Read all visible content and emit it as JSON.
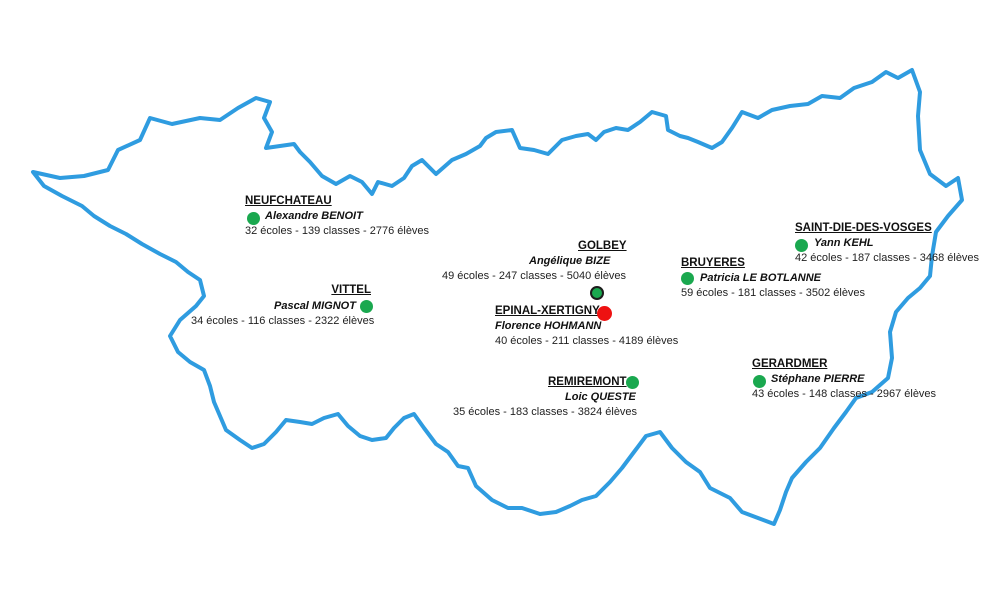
{
  "map": {
    "colors": {
      "outline": "#2f9ce0",
      "school_dot": "#1aa84f",
      "hq_dot": "#ee1111"
    },
    "circonscriptions": [
      {
        "id": "neufchateau",
        "name": "NEUFCHATEAU",
        "inspector": "Alexandre BENOIT",
        "stats": "32 écoles  - 139 classes  - 2776 élèves",
        "marker": "green"
      },
      {
        "id": "vittel",
        "name": "VITTEL",
        "inspector": "Pascal MIGNOT",
        "stats": "34 écoles  - 116 classes  - 2322 élèves",
        "marker": "green"
      },
      {
        "id": "golbey",
        "name": "GOLBEY",
        "inspector": "Angélique BIZE",
        "stats": "49 écoles  - 247 classes  - 5040 élèves",
        "marker": "green-ring"
      },
      {
        "id": "epinal",
        "name": "EPINAL-XERTIGNY",
        "inspector": "Florence HOHMANN",
        "stats": "40 écoles  - 211 classes  - 4189 élèves",
        "marker": "red"
      },
      {
        "id": "remiremont",
        "name": "REMIREMONT",
        "inspector": "Loic QUESTE",
        "stats": "35 écoles  - 183 classes  - 3824 élèves",
        "marker": "green"
      },
      {
        "id": "bruyeres",
        "name": "BRUYERES",
        "inspector": "Patricia LE BOTLANNE",
        "stats": "59 écoles  - 181 classes  - 3502 élèves",
        "marker": "green"
      },
      {
        "id": "saint-die",
        "name": "SAINT-DIE-DES-VOSGES",
        "inspector": "Yann KEHL",
        "stats": "42 écoles  - 187 classes  - 3468 élèves",
        "marker": "green"
      },
      {
        "id": "gerardmer",
        "name": "GERARDMER",
        "inspector": "Stéphane PIERRE",
        "stats": "43 écoles  - 148 classes  - 2967 élèves",
        "marker": "green"
      }
    ]
  }
}
